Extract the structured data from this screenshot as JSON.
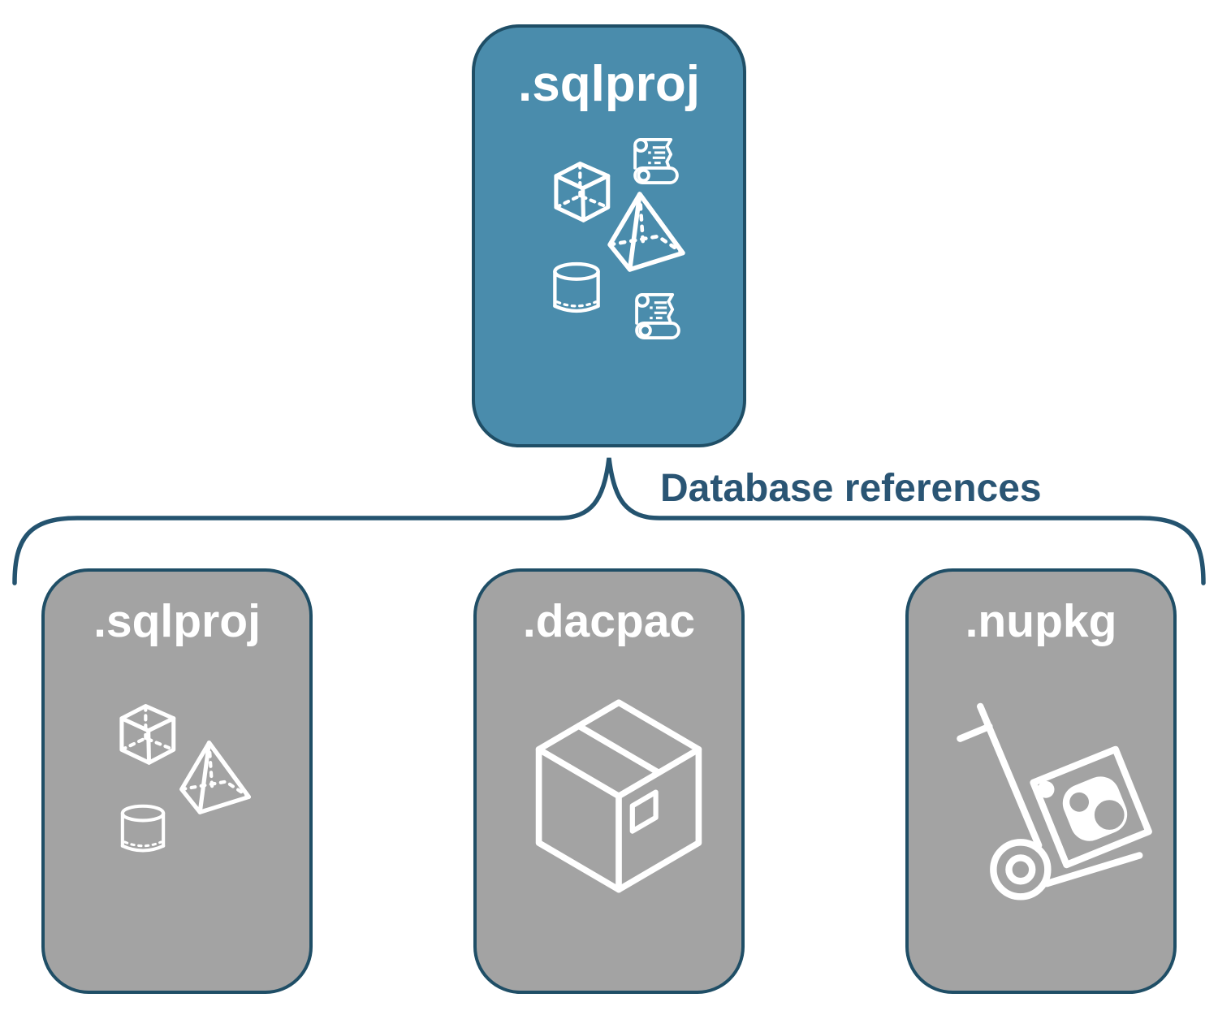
{
  "diagram": {
    "root": {
      "label": ".sqlproj",
      "icons": [
        "cube-icon",
        "scroll-icon",
        "pyramid-icon",
        "cylinder-icon",
        "scroll-icon"
      ]
    },
    "connector": {
      "label": "Database references"
    },
    "children": [
      {
        "label": ".sqlproj",
        "icons": [
          "cube-icon",
          "pyramid-icon",
          "cylinder-icon"
        ]
      },
      {
        "label": ".dacpac",
        "icons": [
          "package-box-icon"
        ]
      },
      {
        "label": ".nupkg",
        "icons": [
          "hand-truck-nuget-icon"
        ]
      }
    ],
    "colors": {
      "background": "#ffffff",
      "root_fill": "#4a8cac",
      "child_fill": "#a3a3a3",
      "border": "#1f4e66",
      "label_text": "#2a5574",
      "icon_stroke": "#ffffff"
    }
  }
}
